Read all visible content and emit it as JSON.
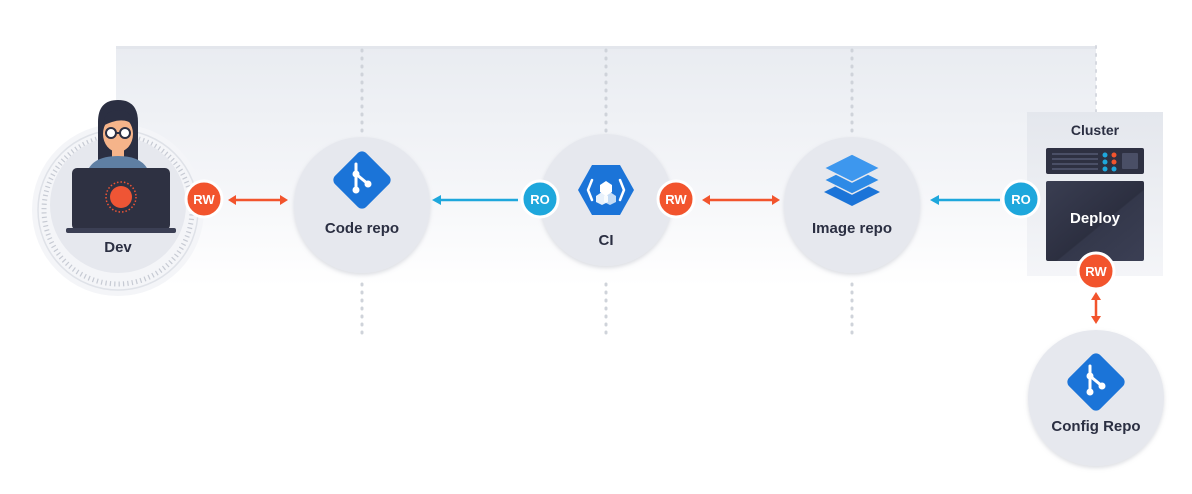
{
  "nodes": {
    "dev": {
      "label": "Dev"
    },
    "code_repo": {
      "label": "Code repo"
    },
    "ci": {
      "label": "CI"
    },
    "image_repo": {
      "label": "Image repo"
    },
    "cluster": {
      "label": "Cluster",
      "deploy_label": "Deploy"
    },
    "config_repo": {
      "label": "Config Repo"
    }
  },
  "badges": {
    "dev_code": "RW",
    "ci_code": "RO",
    "ci_image": "RW",
    "cluster_image": "RO",
    "deploy_config": "RW"
  },
  "icons": {
    "dev": "developer-at-laptop-icon",
    "code_repo": "git-icon",
    "ci": "container-registry-hexagon-icon",
    "image_repo": "layers-stack-icon",
    "cluster": "server-rack-icon",
    "config_repo": "git-icon"
  },
  "colors": {
    "read_write": "#f2542d",
    "read_only": "#1ea7dc",
    "git_blue": "#1b74d8",
    "node_fill": "#e6e8ee",
    "deploy_panel": "#2e3142",
    "text": "#2b2f42"
  }
}
